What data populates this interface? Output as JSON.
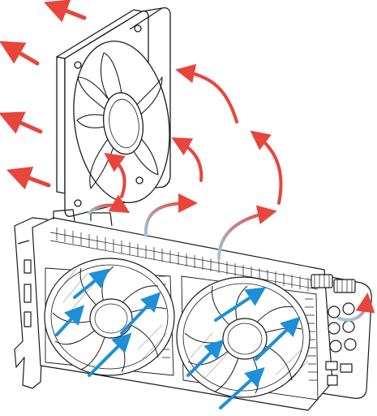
{
  "colors": {
    "background": "#ffffff",
    "line": "#1a1a1a",
    "exhaust_arrow": "#e8453c",
    "warm_arrow": "#e2563f",
    "cool_arrow_tail": "#9fc7e3",
    "intake_arrow": "#1e8fd8"
  },
  "icons": {
    "case_fan": "case-fan-icon",
    "graphics_card": "graphics-card-icon",
    "gpu_fan": "gpu-fan-icon",
    "heatsink": "heatsink-fins-icon",
    "bracket": "pci-bracket-icon",
    "power_connector": "power-connector-icon",
    "capacitor": "capacitor-icon"
  },
  "airflow": {
    "exhaust_arrows": 5,
    "recirculation_arrows": 7,
    "intake_arrows_per_fan": 4
  }
}
